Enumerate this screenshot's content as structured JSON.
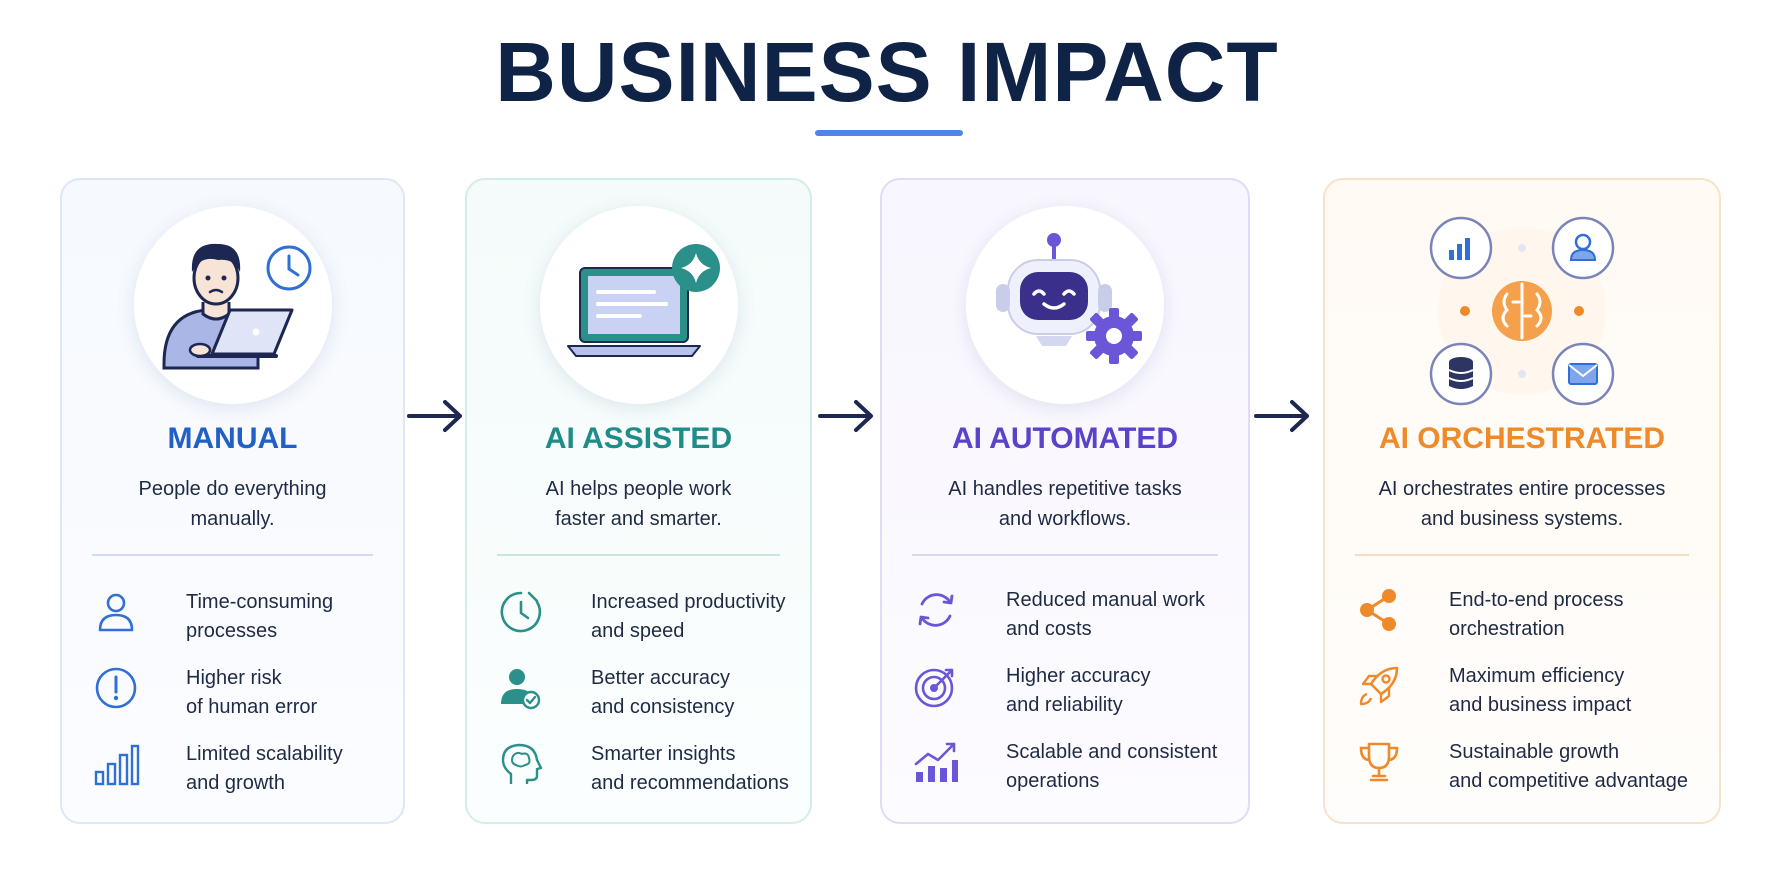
{
  "title": "BUSINESS IMPACT",
  "colors": {
    "title": "#0f2347",
    "underline": "#4b88e6",
    "arrow": "#1c2752",
    "manual": "#2160c4",
    "assisted": "#1f8c88",
    "automated": "#5b43c9",
    "orchestrated": "#ef8a2a"
  },
  "stages": [
    {
      "id": "manual",
      "name": "MANUAL",
      "description": [
        "People do everything",
        "manually."
      ],
      "features": [
        {
          "icon": "person-icon",
          "lines": [
            "Time-consuming",
            "processes"
          ]
        },
        {
          "icon": "alert-icon",
          "lines": [
            "Higher risk",
            "of human error"
          ]
        },
        {
          "icon": "bar-chart-icon",
          "lines": [
            "Limited scalability",
            "and growth"
          ]
        }
      ]
    },
    {
      "id": "assisted",
      "name": "AI ASSISTED",
      "description": [
        "AI helps people work",
        "faster and smarter."
      ],
      "features": [
        {
          "icon": "clock-icon",
          "lines": [
            "Increased productivity",
            "and speed"
          ]
        },
        {
          "icon": "user-check-icon",
          "lines": [
            "Better accuracy",
            "and consistency"
          ]
        },
        {
          "icon": "brain-head-icon",
          "lines": [
            "Smarter insights",
            "and recommendations"
          ]
        }
      ]
    },
    {
      "id": "automated",
      "name": "AI AUTOMATED",
      "description": [
        "AI handles repetitive tasks",
        "and workflows."
      ],
      "features": [
        {
          "icon": "refresh-icon",
          "lines": [
            "Reduced manual work",
            "and costs"
          ]
        },
        {
          "icon": "target-icon",
          "lines": [
            "Higher accuracy",
            "and reliability"
          ]
        },
        {
          "icon": "growth-chart-icon",
          "lines": [
            "Scalable and consistent",
            "operations"
          ]
        }
      ]
    },
    {
      "id": "orchestrated",
      "name": "AI ORCHESTRATED",
      "description": [
        "AI orchestrates entire processes",
        "and business systems."
      ],
      "features": [
        {
          "icon": "network-icon",
          "lines": [
            "End-to-end process",
            "orchestration"
          ]
        },
        {
          "icon": "rocket-icon",
          "lines": [
            "Maximum efficiency",
            "and business impact"
          ]
        },
        {
          "icon": "trophy-icon",
          "lines": [
            "Sustainable growth",
            "and competitive advantage"
          ]
        }
      ]
    }
  ]
}
